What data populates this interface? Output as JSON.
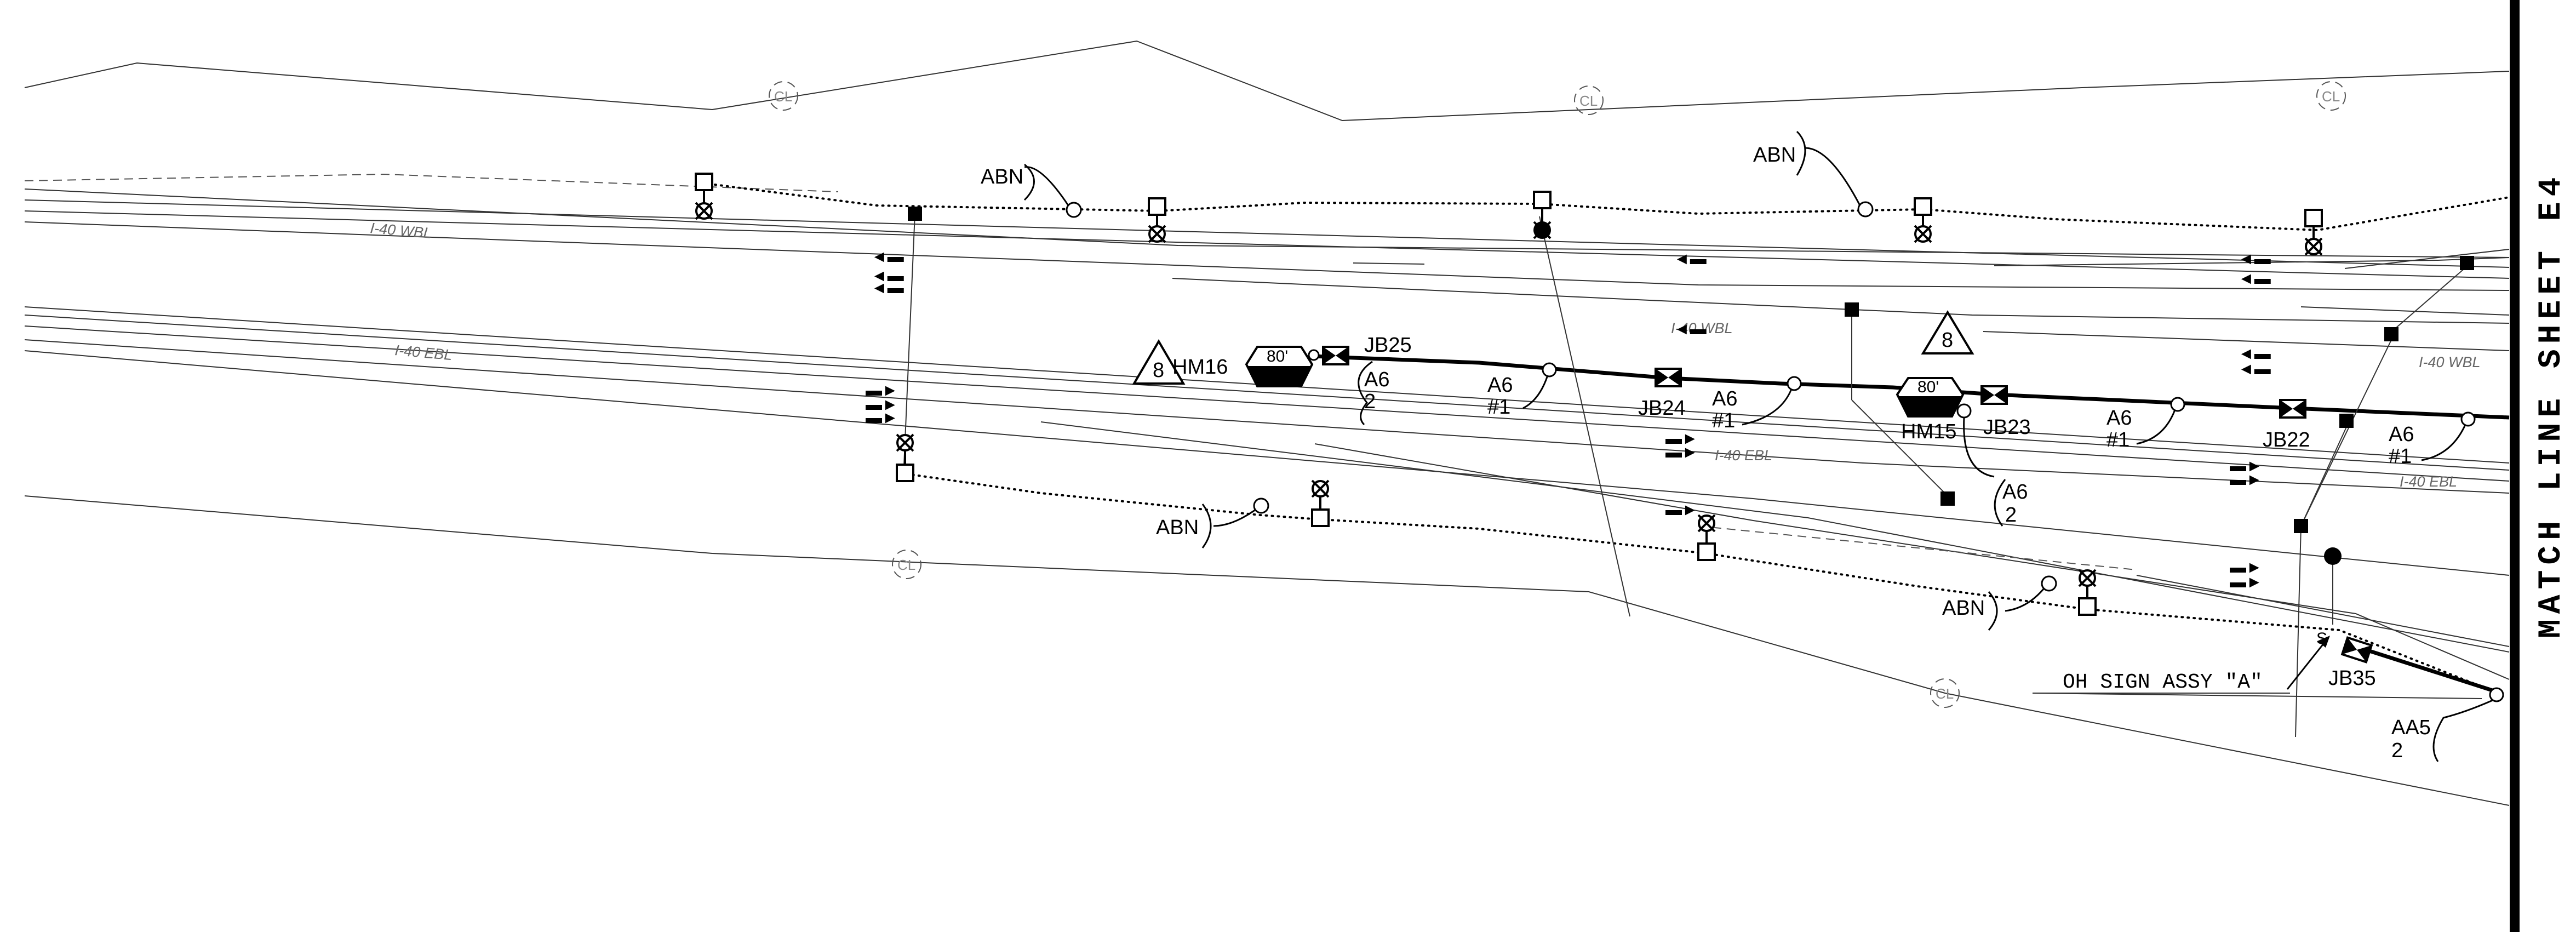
{
  "match_line": "MATCH LINE SHEET E4",
  "roads": {
    "wbl": "I-40 WBL",
    "ebl": "I-40 EBL"
  },
  "highway_marker": "8",
  "centerline_symbol": "CL",
  "abn_label": "ABN",
  "handholes": [
    {
      "id": "HM16",
      "speed": "80'"
    },
    {
      "id": "HM15",
      "speed": "80'"
    }
  ],
  "junction_boxes": [
    "JB25",
    "JB24",
    "JB23",
    "JB22",
    "JB35"
  ],
  "cable_tags": {
    "a6_line1": "A6",
    "num_1": "#1",
    "num_2": "2",
    "aa5": "AA5"
  },
  "sign_callout": "OH SIGN ASSY \"A\"",
  "sign_tag": "S"
}
